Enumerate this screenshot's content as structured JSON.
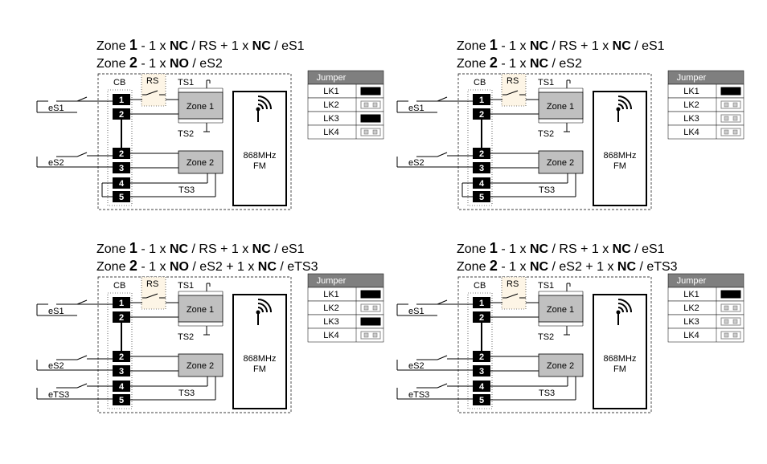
{
  "panels": [
    {
      "zone1_line": [
        "Zone ",
        "1",
        "  -  1  x  ",
        "NC",
        " /  RS + 1  x  ",
        "NC",
        " / eS1"
      ],
      "zone2_line": [
        "Zone ",
        "2",
        "  -  1  x  ",
        "NO",
        " / eS2",
        "",
        ""
      ],
      "inputs": [
        "eS1",
        "eS2",
        ""
      ],
      "jumpers": [
        {
          "label": "LK1",
          "state": "closed"
        },
        {
          "label": "LK2",
          "state": "open"
        },
        {
          "label": "LK3",
          "state": "closed"
        },
        {
          "label": "LK4",
          "state": "open"
        }
      ],
      "variant": "loop"
    },
    {
      "zone1_line": [
        "Zone ",
        "1",
        "  -  1  x  ",
        "NC",
        " /   RS + 1  x  ",
        "NC",
        " /   eS1"
      ],
      "zone2_line": [
        "Zone ",
        "2",
        "  -  1  x  ",
        "NC",
        " / eS2",
        "",
        ""
      ],
      "inputs": [
        "eS1",
        "eS2",
        ""
      ],
      "jumpers": [
        {
          "label": "LK1",
          "state": "closed"
        },
        {
          "label": "LK2",
          "state": "open"
        },
        {
          "label": "LK3",
          "state": "open"
        },
        {
          "label": "LK4",
          "state": "open"
        }
      ],
      "variant": "loop"
    },
    {
      "zone1_line": [
        "Zone ",
        "1",
        "  -  1  x  ",
        "NC",
        " /   RS + 1  x  ",
        "NC",
        " /   eS1"
      ],
      "zone2_line": [
        "Zone ",
        "2",
        "  -  1  x  ",
        "NO",
        " / eS2 + 1  x  ",
        "NC",
        " / eTS3"
      ],
      "inputs": [
        "eS1",
        "eS2",
        "eTS3"
      ],
      "jumpers": [
        {
          "label": "LK1",
          "state": "closed"
        },
        {
          "label": "LK2",
          "state": "open"
        },
        {
          "label": "LK3",
          "state": "closed"
        },
        {
          "label": "LK4",
          "state": "open"
        }
      ],
      "variant": "ets3"
    },
    {
      "zone1_line": [
        "Zone ",
        "1",
        "  -  1  x  ",
        "NC",
        " /   RS + 1  x  ",
        "NC",
        " /   eS1"
      ],
      "zone2_line": [
        "Zone ",
        "2",
        "  -  1  x  ",
        "NC",
        " / eS2 + 1  x  ",
        "NC",
        " / eTS3"
      ],
      "inputs": [
        "eS1",
        "eS2",
        "eTS3"
      ],
      "jumpers": [
        {
          "label": "LK1",
          "state": "closed"
        },
        {
          "label": "LK2",
          "state": "open"
        },
        {
          "label": "LK3",
          "state": "open"
        },
        {
          "label": "LK4",
          "state": "open"
        }
      ],
      "variant": "ets3"
    }
  ],
  "labels": {
    "cb": "CB",
    "rs": "RS",
    "ts1": "TS1",
    "ts2": "TS2",
    "ts3": "TS3",
    "zone1": "Zone 1",
    "zone2": "Zone 2",
    "freq": "868MHz",
    "mod": "FM",
    "jumper": "Jumper",
    "terminals": [
      "1",
      "2",
      "2",
      "3",
      "4",
      "5"
    ]
  },
  "colors": {
    "terminal": "#000000",
    "zone_box": "#c0c0c0",
    "rs_box": "#fdf5e6",
    "jumper_header": "#7f7f7f",
    "jumper_closed": "#000000",
    "jumper_open": "#cccccc"
  }
}
